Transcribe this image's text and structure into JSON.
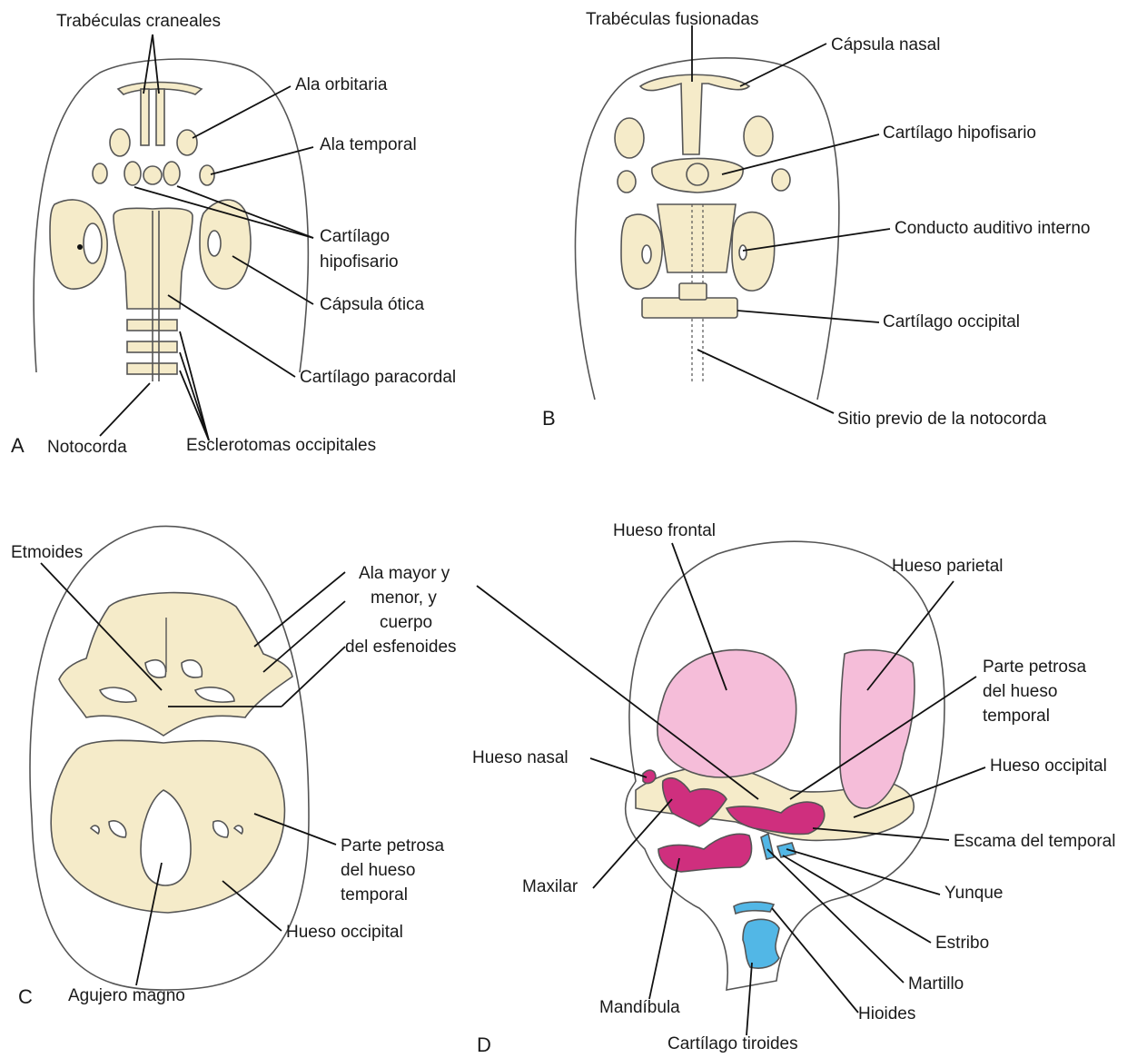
{
  "colors": {
    "cartilage": "#f5ebc9",
    "bone_pink": "#f5bdd9",
    "bone_magenta": "#cf2f7e",
    "ossicle_cyan": "#52b7e6",
    "outline": "#555555",
    "leader": "#111111"
  },
  "panels": {
    "A": {
      "letter": "A",
      "labels": {
        "trabeculas_craneales": "Trabéculas craneales",
        "ala_orbitaria": "Ala orbitaria",
        "ala_temporal": "Ala temporal",
        "cartilago_hipofisario_1": "Cartílago",
        "cartilago_hipofisario_2": "hipofisario",
        "capsula_otica": "Cápsula ótica",
        "cartilago_paracordal": "Cartílago paracordal",
        "notocorda": "Notocorda",
        "esclerotomas_occipitales": "Esclerotomas occipitales"
      }
    },
    "B": {
      "letter": "B",
      "labels": {
        "trabeculas_fusionadas": "Trabéculas fusionadas",
        "capsula_nasal": "Cápsula nasal",
        "cartilago_hipofisario": "Cartílago hipofisario",
        "conducto_auditivo_interno": "Conducto auditivo interno",
        "cartilago_occipital": "Cartílago occipital",
        "sitio_previo_notocorda": "Sitio previo de la notocorda"
      }
    },
    "C": {
      "letter": "C",
      "labels": {
        "etmoides": "Etmoides",
        "ala_mayor_1": "Ala mayor y",
        "ala_mayor_2": "menor, y",
        "ala_mayor_3": "cuerpo",
        "ala_mayor_4": "del esfenoides",
        "parte_petrosa_1": "Parte petrosa",
        "parte_petrosa_2": "del hueso",
        "parte_petrosa_3": "temporal",
        "hueso_occipital": "Hueso occipital",
        "agujero_magno": "Agujero magno"
      }
    },
    "D": {
      "letter": "D",
      "labels": {
        "hueso_frontal": "Hueso frontal",
        "hueso_parietal": "Hueso parietal",
        "parte_petrosa_1": "Parte petrosa",
        "parte_petrosa_2": "del hueso",
        "parte_petrosa_3": "temporal",
        "hueso_nasal": "Hueso nasal",
        "hueso_occipital": "Hueso occipital",
        "escama_temporal": "Escama del temporal",
        "maxilar": "Maxilar",
        "yunque": "Yunque",
        "estribo": "Estribo",
        "martillo": "Martillo",
        "mandibula": "Mandíbula",
        "hioides": "Hioides",
        "cartilago_tiroides": "Cartílago tiroides"
      }
    }
  }
}
